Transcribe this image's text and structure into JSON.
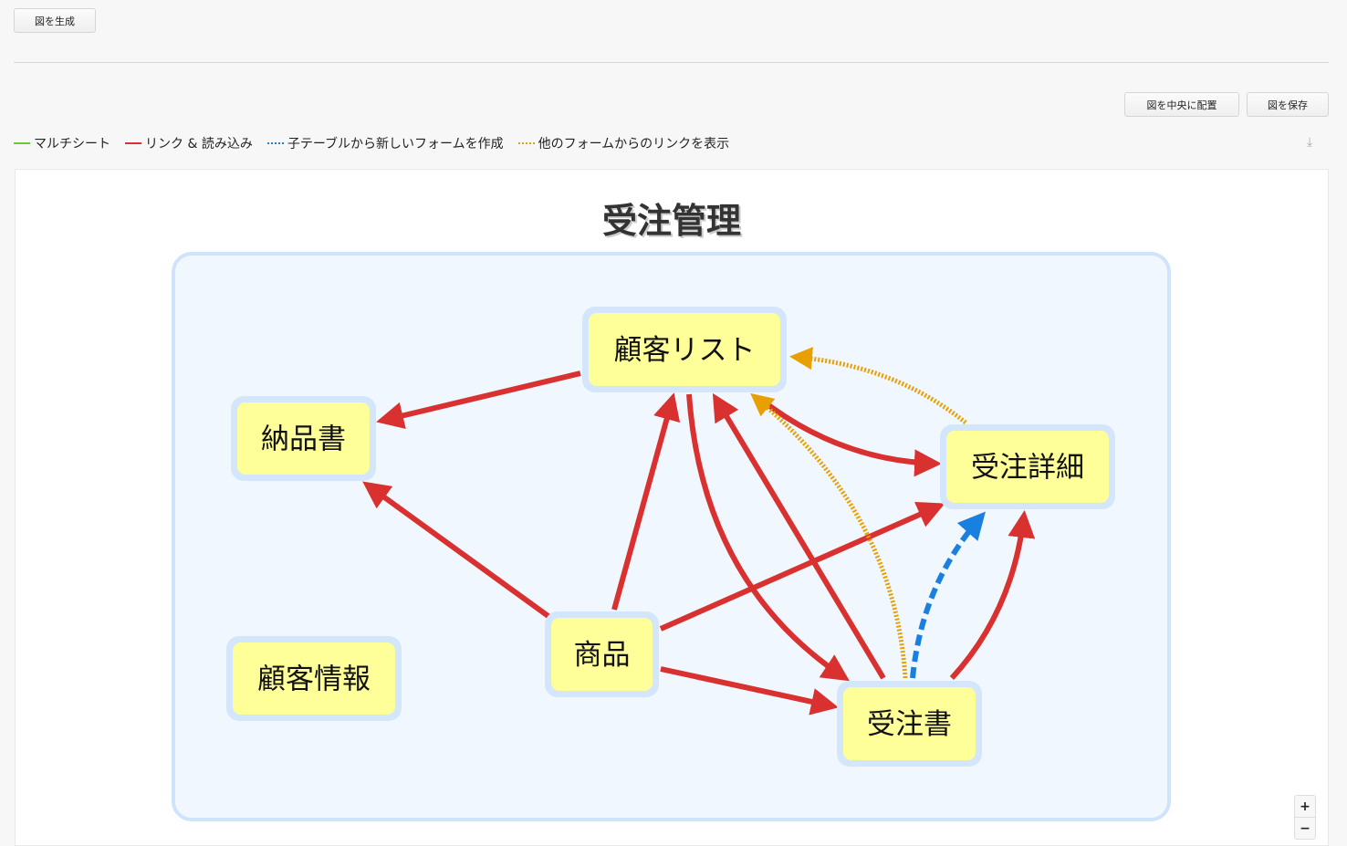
{
  "toolbar": {
    "generate": "図を生成",
    "center": "図を中央に配置",
    "save": "図を保存"
  },
  "legend": [
    {
      "label": "マルチシート",
      "color": "#66cc33",
      "style": "solid"
    },
    {
      "label": "リンク & 読み込み",
      "color": "#d93030",
      "style": "solid"
    },
    {
      "label": "子テーブルから新しいフォームを作成",
      "color": "#1a80e0",
      "style": "dotted"
    },
    {
      "label": "他のフォームからのリンクを表示",
      "color": "#e8a000",
      "style": "dotted"
    }
  ],
  "icons": {
    "download": "download-icon",
    "zoom_in": "+",
    "zoom_out": "−"
  },
  "diagram": {
    "title": "受注管理",
    "nodes": [
      {
        "id": "customer_list",
        "label": "顧客リスト"
      },
      {
        "id": "delivery",
        "label": "納品書"
      },
      {
        "id": "order_detail",
        "label": "受注詳細"
      },
      {
        "id": "customer_info",
        "label": "顧客情報"
      },
      {
        "id": "product",
        "label": "商品"
      },
      {
        "id": "order",
        "label": "受注書"
      }
    ],
    "edges": [
      {
        "from": "customer_list",
        "to": "delivery",
        "type": "link"
      },
      {
        "from": "product",
        "to": "delivery",
        "type": "link"
      },
      {
        "from": "product",
        "to": "customer_list",
        "type": "link"
      },
      {
        "from": "customer_list",
        "to": "order",
        "type": "link"
      },
      {
        "from": "order",
        "to": "customer_list",
        "type": "link"
      },
      {
        "from": "product",
        "to": "order_detail",
        "type": "link"
      },
      {
        "from": "product",
        "to": "order",
        "type": "link"
      },
      {
        "from": "customer_list",
        "to": "order_detail",
        "type": "link"
      },
      {
        "from": "order",
        "to": "order_detail",
        "type": "link"
      },
      {
        "from": "order",
        "to": "order_detail",
        "type": "child"
      },
      {
        "from": "order",
        "to": "customer_list",
        "type": "backlink"
      },
      {
        "from": "order_detail",
        "to": "customer_list",
        "type": "backlink"
      }
    ]
  }
}
